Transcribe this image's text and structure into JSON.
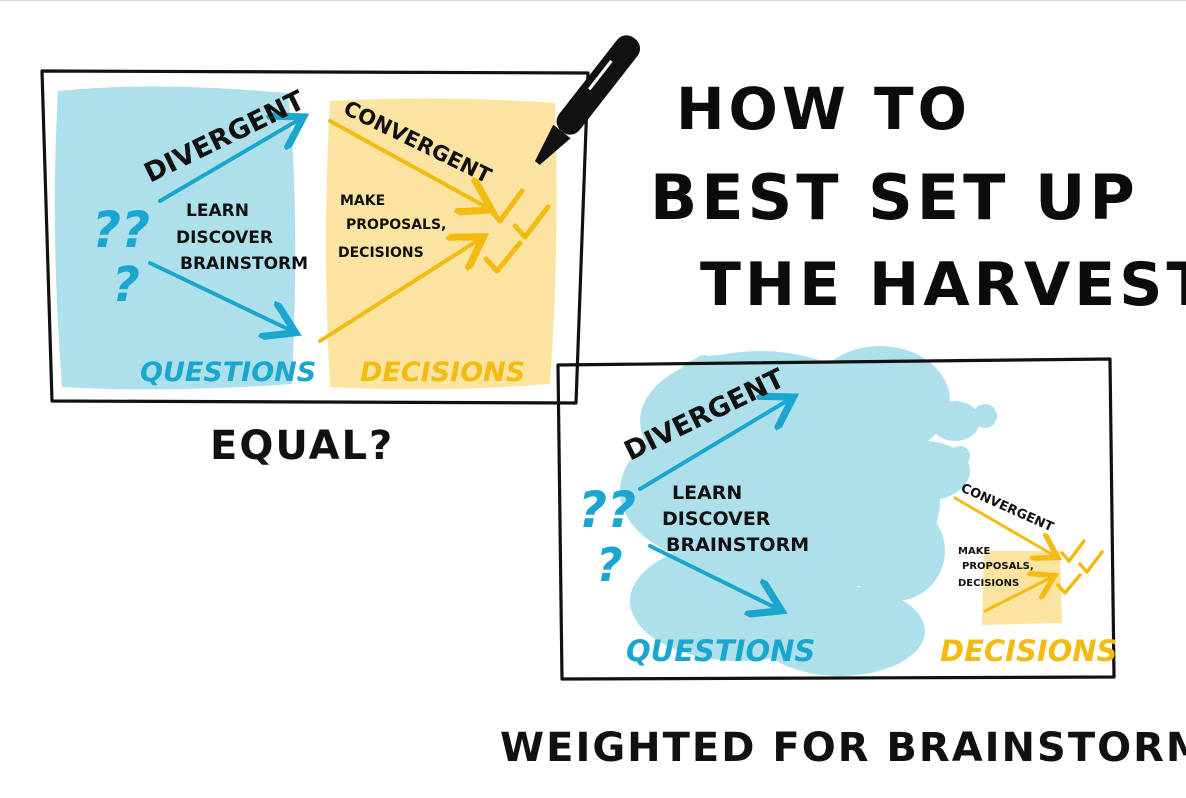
{
  "title_lines": [
    "HOW TO",
    "BEST SET UP",
    "THE HARVEST?"
  ],
  "colors": {
    "divergent_blue": "#1aa6cf",
    "blob_blue": "#aee0ec",
    "convergent_yellow": "#f3bb12",
    "blob_yellow": "#fbe3a0",
    "ink": "#111111"
  },
  "equal_panel": {
    "divergent_label": "DIVERGENT",
    "convergent_label": "CONVERGENT",
    "question_marks": "??",
    "question_mark_single": "?",
    "learn_lines": [
      "LEARN",
      "DISCOVER",
      "BRAINSTORM"
    ],
    "make_lines": [
      "MAKE",
      "PROPOSALS,",
      "DECISIONS"
    ],
    "questions_label": "QUESTIONS",
    "decisions_label": "DECISIONS",
    "caption": "EQUAL?"
  },
  "weighted_panel": {
    "divergent_label": "DIVERGENT",
    "convergent_label": "CONVERGENT",
    "question_marks": "??",
    "question_mark_single": "?",
    "learn_lines": [
      "LEARN",
      "DISCOVER",
      "BRAINSTORM"
    ],
    "make_lines": [
      "MAKE",
      "PROPOSALS,",
      "DECISIONS"
    ],
    "questions_label": "QUESTIONS",
    "decisions_label": "DECISIONS",
    "caption": "WEIGHTED FOR BRAINSTORM?"
  },
  "icons": [
    "pen-icon",
    "checkmark-icon"
  ]
}
